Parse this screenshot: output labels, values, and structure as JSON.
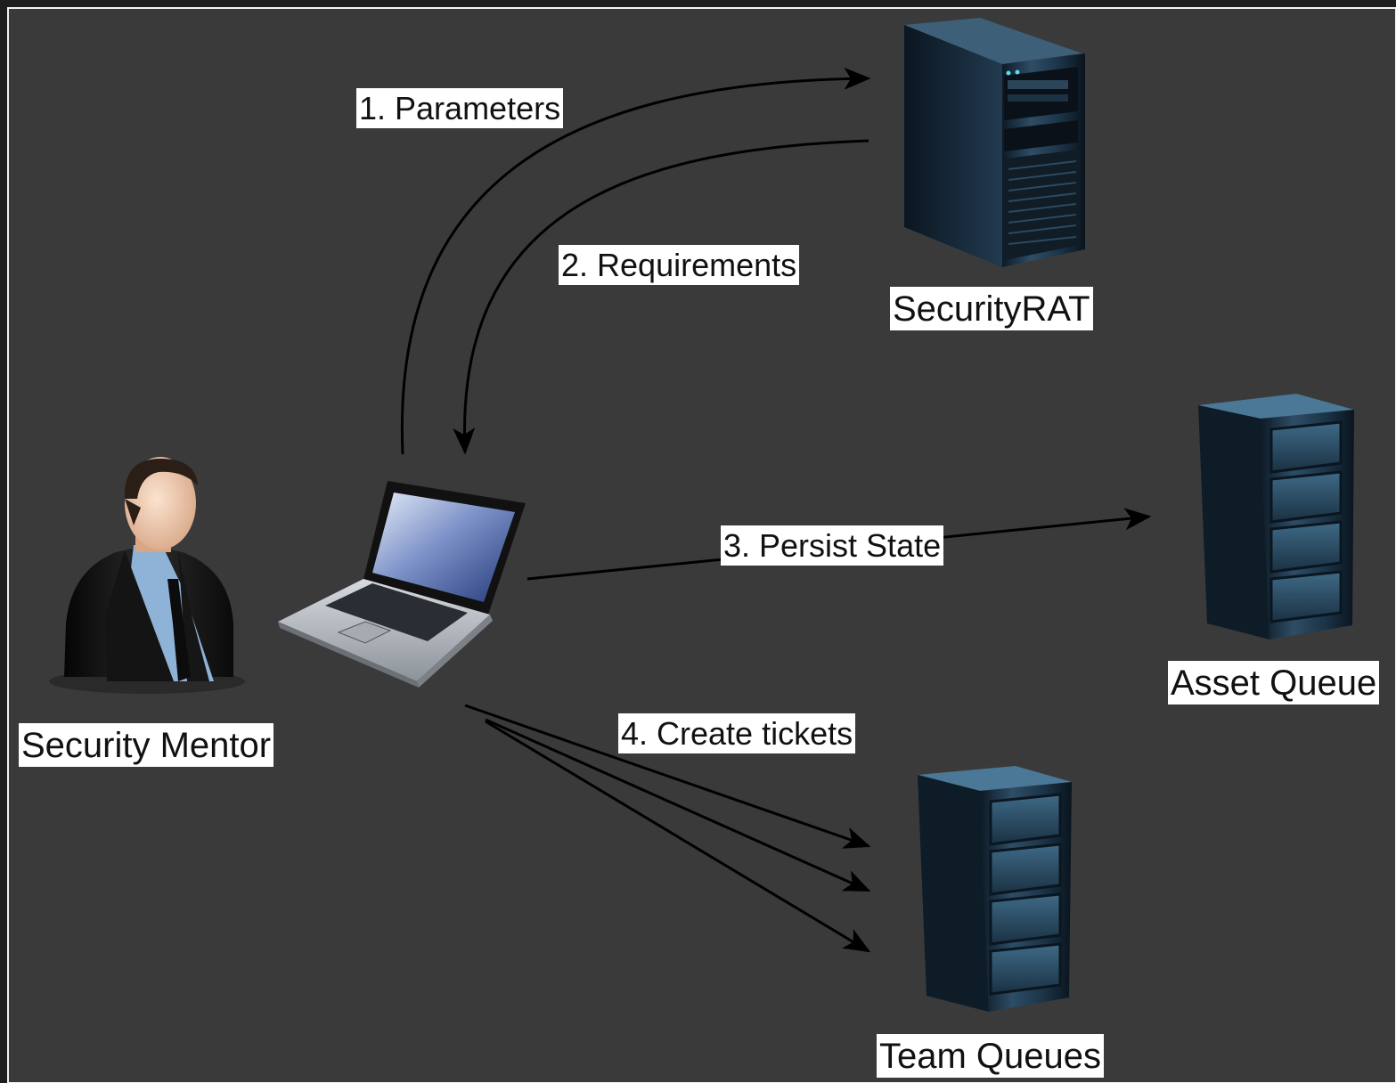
{
  "diagram": {
    "background": "#3a3a3a",
    "frame_color": "#111111",
    "arrow_color": "#000000",
    "label_background": "#ffffff",
    "nodes": {
      "security_mentor": {
        "label": "Security Mentor",
        "icon": "person-icon"
      },
      "laptop": {
        "icon": "laptop-icon"
      },
      "securityrat": {
        "label": "SecurityRAT",
        "icon": "tower-server-icon"
      },
      "asset_queue": {
        "label": "Asset Queue",
        "icon": "rack-server-icon"
      },
      "team_queues": {
        "label": "Team Queues",
        "icon": "rack-server-icon"
      }
    },
    "edges": {
      "parameters": {
        "label": "1. Parameters",
        "from": "Laptop",
        "to": "SecurityRAT"
      },
      "requirements": {
        "label": "2. Requirements",
        "from": "SecurityRAT",
        "to": "Laptop"
      },
      "persist_state": {
        "label": "3. Persist State",
        "from": "Laptop",
        "to": "Asset Queue"
      },
      "create_tickets": {
        "label": "4. Create tickets",
        "from": "Laptop",
        "to": "Team Queues",
        "count": 3
      }
    }
  }
}
